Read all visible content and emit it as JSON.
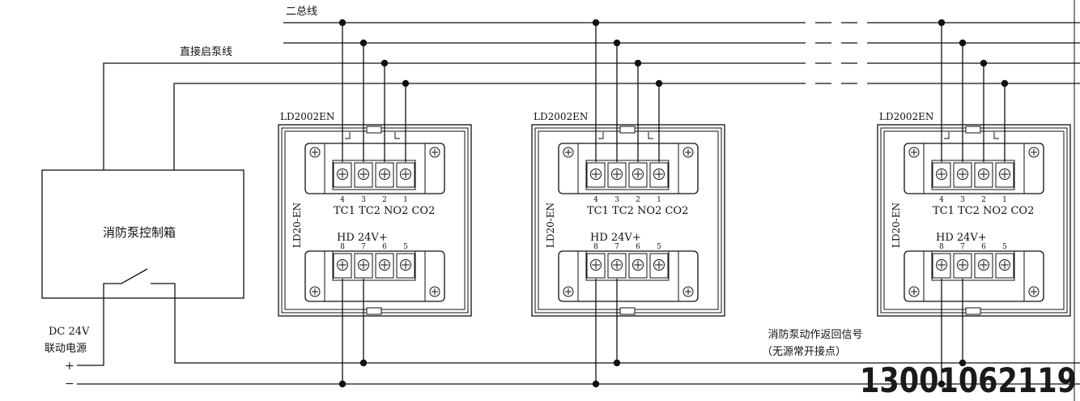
{
  "bus_label": "二总线",
  "pump_line_label": "直接启泵线",
  "control_box": {
    "label": "消防泵控制箱"
  },
  "power": {
    "line1": "DC 24V",
    "line2": "联动电源",
    "plus": "+",
    "minus": "−"
  },
  "feedback": {
    "line1": "消防泵动作返回信号",
    "line2": "（无源常开接点）"
  },
  "modules": [
    {
      "model": "LD2002EN",
      "side_label": "LD20-EN"
    },
    {
      "model": "LD2002EN",
      "side_label": "LD20-EN"
    },
    {
      "model": "LD2002EN",
      "side_label": "LD20-EN"
    }
  ],
  "terminal_labels": {
    "top_nums": [
      "4",
      "3",
      "2",
      "1"
    ],
    "top_names": "TC1 TC2 NO2 CO2",
    "bottom_names": "HD 24V+",
    "bottom_nums": [
      "8",
      "7",
      "6",
      "5"
    ]
  },
  "phone_number": "13001062119"
}
